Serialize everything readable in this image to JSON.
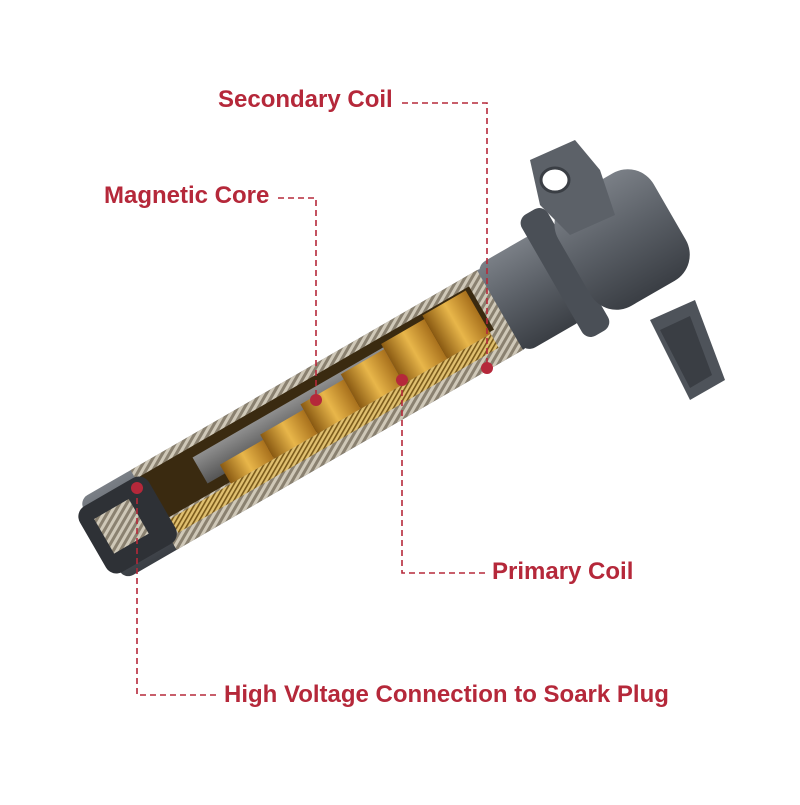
{
  "labels": {
    "secondary_coil": "Secondary Coil",
    "magnetic_core": "Magnetic Core",
    "primary_coil": "Primary Coil",
    "high_voltage": "High Voltage Connection to Soark Plug"
  },
  "colors": {
    "label": "#b5283a",
    "leader": "#b5283a",
    "housing": "#5c6168",
    "housing_dark": "#3c4046",
    "copper": "#d9a33a",
    "winding": "#d8d2c6"
  }
}
